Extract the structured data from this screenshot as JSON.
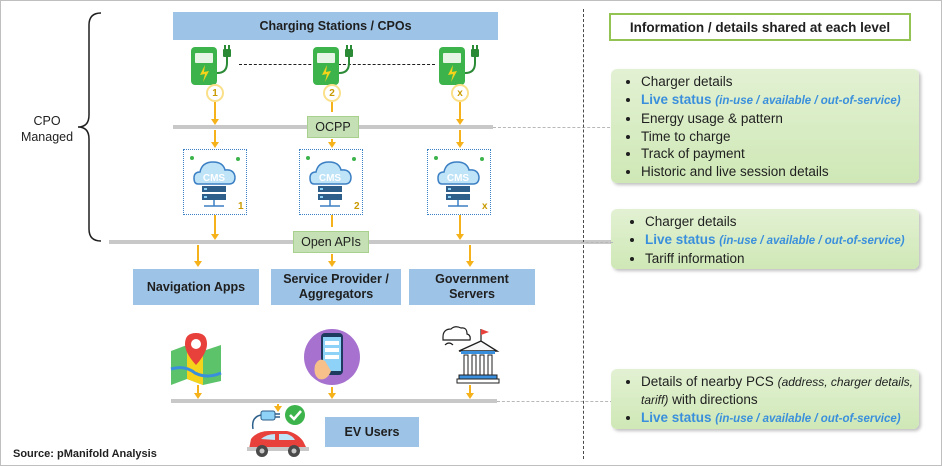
{
  "charging_stations": {
    "title": "Charging Stations / CPOs",
    "stations": [
      "1",
      "2",
      "x"
    ]
  },
  "cpo_managed": "CPO\nManaged",
  "ocpp_label": "OCPP",
  "cms": {
    "label": "CMS",
    "subs": [
      "1",
      "2",
      "x"
    ]
  },
  "open_apis_label": "Open APIs",
  "consumers": [
    "Navigation Apps",
    "Service Provider / Aggregators",
    "Government Servers"
  ],
  "ev_users_label": "EV Users",
  "source": "Source: pManifold Analysis",
  "info": {
    "header": "Information / details shared at each level",
    "panel1": {
      "charger_details": "Charger details",
      "live_status": "Live status",
      "live_status_note": "(in-use / available  / out-of-service)",
      "items": [
        "Energy usage & pattern",
        "Time to charge",
        "Track of payment",
        "Historic and live session details"
      ]
    },
    "panel2": {
      "charger_details": "Charger details",
      "live_status": "Live status",
      "live_status_note": "(in-use / available  / out-of-service)",
      "tariff": "Tariff information"
    },
    "panel3": {
      "details_main": "Details of nearby PCS",
      "details_note": "(address, charger details, tariff)",
      "details_tail": "with directions",
      "live_status": "Live status",
      "live_status_note": "(in-use / available  / out-of-service)"
    }
  },
  "colors": {
    "box_blue": "#9dc3e6",
    "label_green": "#c5e0b4",
    "connector_orange": "#f5b21b",
    "live_status_blue": "#3a8fdc",
    "header_border_green": "#92c353"
  },
  "icons": [
    "ev-charger-icon",
    "cloud-cms-icon",
    "map-pin-icon",
    "phone-app-icon",
    "government-building-icon",
    "electric-car-icon"
  ]
}
